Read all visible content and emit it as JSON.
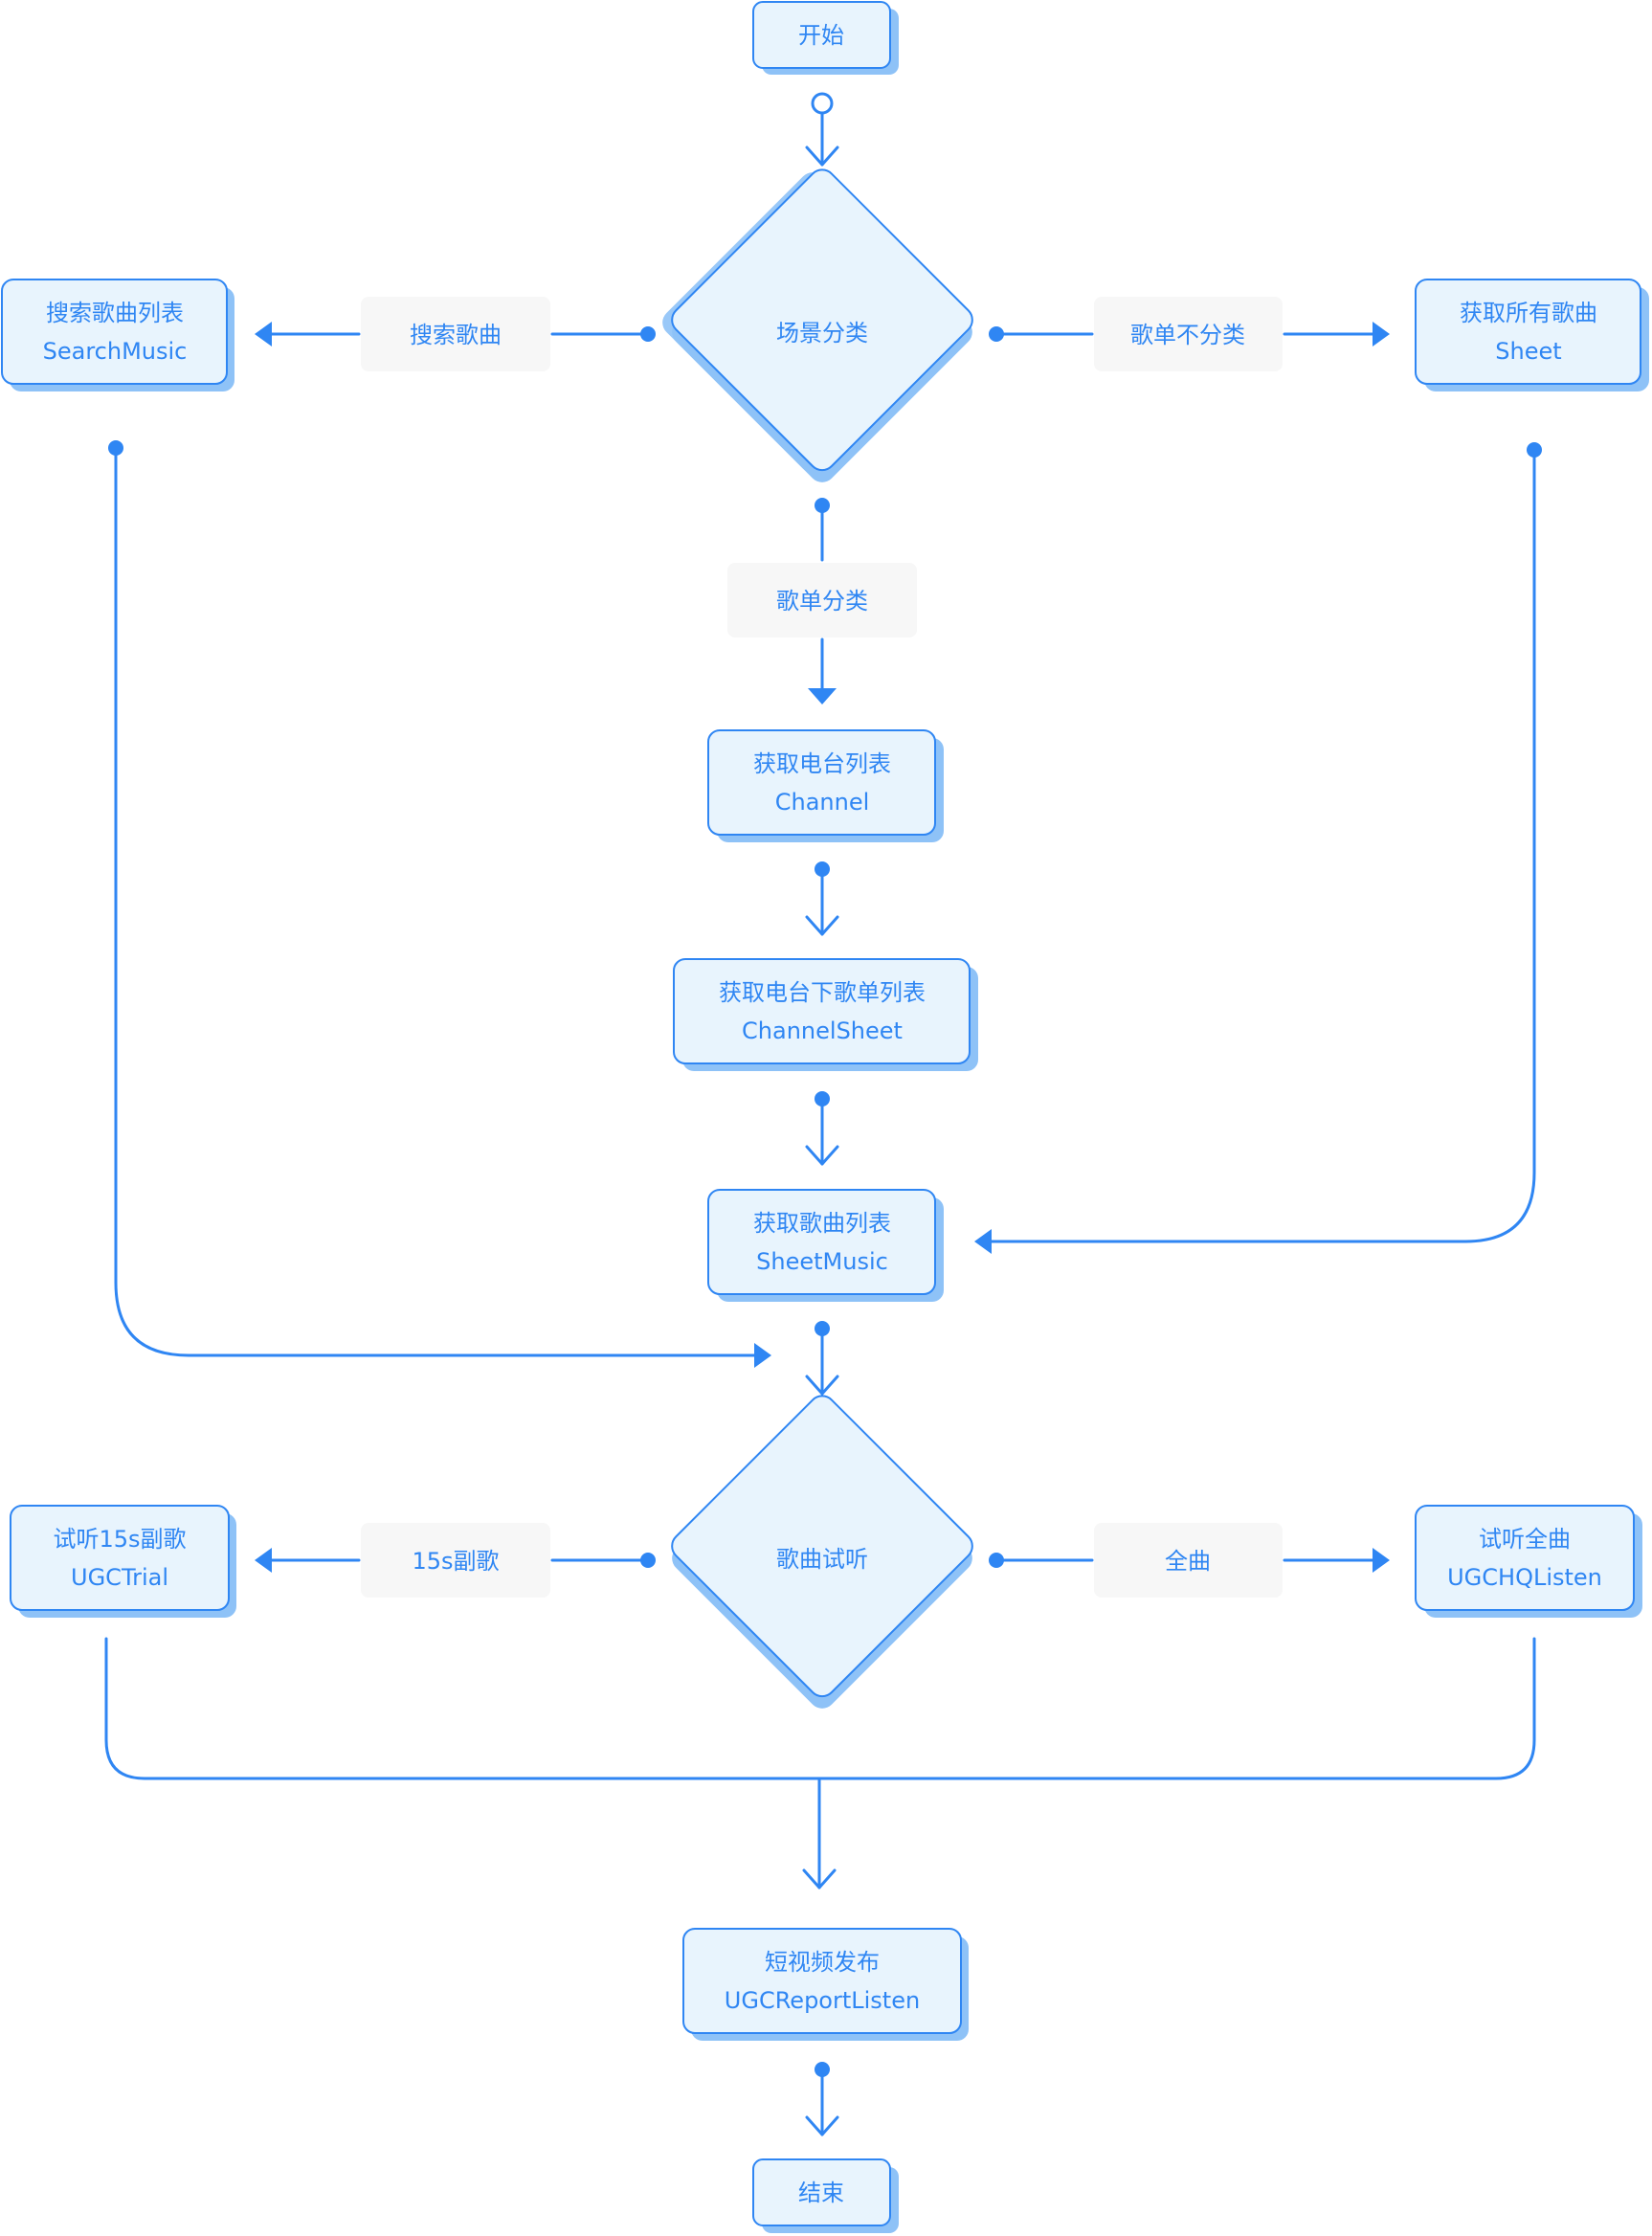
{
  "nodes": {
    "start": "开始",
    "scene_decision": "场景分类",
    "search_music": {
      "cn": "搜索歌曲列表",
      "en": "SearchMusic"
    },
    "all_songs": {
      "cn": "获取所有歌曲",
      "en": "Sheet"
    },
    "channel": {
      "cn": "获取电台列表",
      "en": "Channel"
    },
    "channel_sheet": {
      "cn": "获取电台下歌单列表",
      "en": "ChannelSheet"
    },
    "sheet_music": {
      "cn": "获取歌曲列表",
      "en": "SheetMusic"
    },
    "listen_decision": "歌曲试听",
    "ugc_trial": {
      "cn": "试听15s副歌",
      "en": "UGCTrial"
    },
    "ugc_hq": {
      "cn": "试听全曲",
      "en": "UGCHQListen"
    },
    "report": {
      "cn": "短视频发布",
      "en": "UGCReportListen"
    },
    "end": "结束"
  },
  "edge_labels": {
    "search": "搜索歌曲",
    "no_classify": "歌单不分类",
    "classify": "歌单分类",
    "chorus": "15s副歌",
    "full": "全曲"
  },
  "colors": {
    "accent": "#2f86f3",
    "node_fill": "#e8f4fd",
    "shadow": "#8ec2f7",
    "label_bg": "#f7f7f7"
  }
}
